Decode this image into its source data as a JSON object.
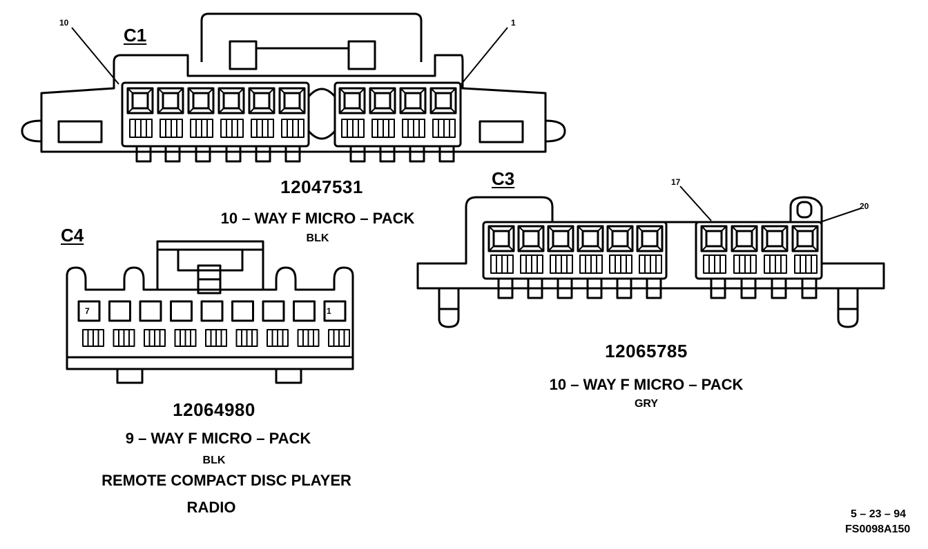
{
  "connectors": [
    {
      "id": "C1",
      "part_number": "12047531",
      "description": "10 – WAY F MICRO – PACK",
      "color": "BLK",
      "pin_first": "10",
      "pin_last": "1"
    },
    {
      "id": "C3",
      "part_number": "12065785",
      "description": "10 – WAY F MICRO – PACK",
      "color": "GRY",
      "pin_first": "17",
      "pin_last": "20"
    },
    {
      "id": "C4",
      "part_number": "12064980",
      "description": "9 – WAY F MICRO – PACK",
      "color": "BLK",
      "pin_first": "7",
      "pin_last": "1",
      "component": "REMOTE COMPACT DISC PLAYER",
      "component_sub": "RADIO"
    }
  ],
  "footer": {
    "date": "5 – 23 – 94",
    "figure_id": "FS0098A150"
  }
}
